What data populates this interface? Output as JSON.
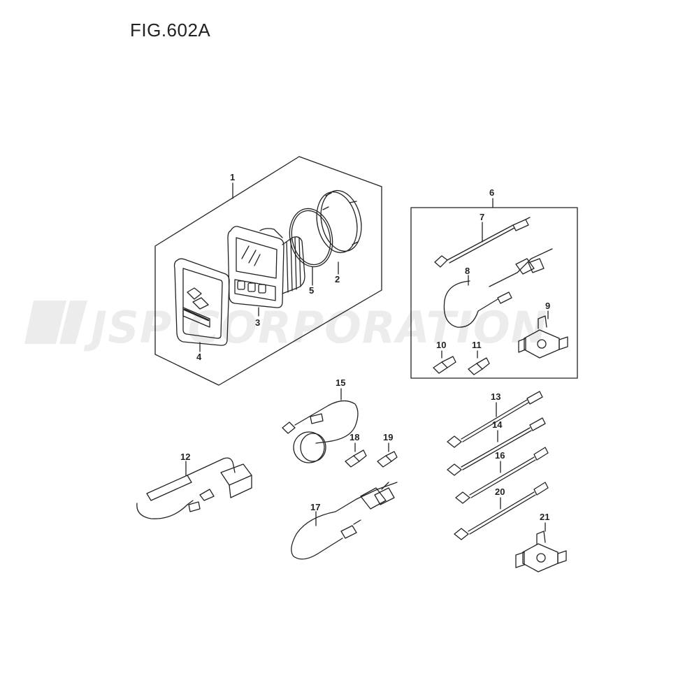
{
  "title": "FIG.602A",
  "watermark": "JSP CORPORATION",
  "callouts": [
    "1",
    "2",
    "3",
    "4",
    "5",
    "6",
    "7",
    "8",
    "9",
    "10",
    "11",
    "12",
    "13",
    "14",
    "15",
    "16",
    "17",
    "18",
    "19",
    "20",
    "21"
  ]
}
